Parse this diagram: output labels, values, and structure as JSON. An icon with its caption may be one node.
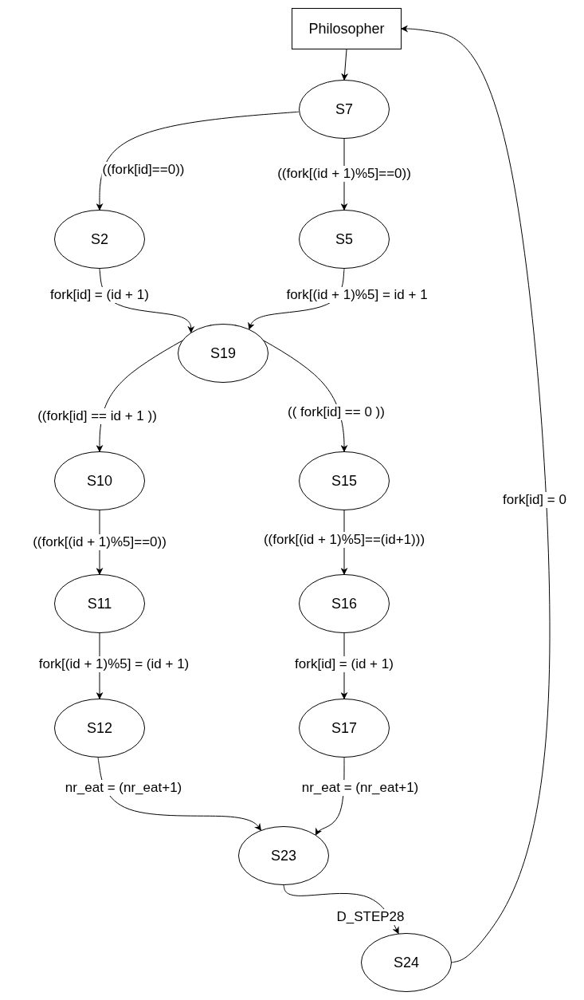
{
  "diagram": {
    "nodes": [
      {
        "text": [
          "Philosopher"
        ]
      },
      {
        "text": [
          "S7"
        ]
      },
      {
        "text": [
          "S2"
        ]
      },
      {
        "text": [
          "S5"
        ]
      },
      {
        "text": [
          "S19"
        ]
      },
      {
        "text": [
          "S10"
        ]
      },
      {
        "text": [
          "S15"
        ]
      },
      {
        "text": [
          "S11"
        ]
      },
      {
        "text": [
          "S16"
        ]
      },
      {
        "text": [
          "S12"
        ]
      },
      {
        "text": [
          "S17"
        ]
      },
      {
        "text": [
          "S23"
        ]
      },
      {
        "text": [
          "S24"
        ]
      }
    ],
    "edges": [
      {
        "from": 0,
        "to": 1,
        "arrow": "to"
      },
      {
        "from": 1,
        "to": 2,
        "arrow": "to",
        "label": "((fork[id]==0))"
      },
      {
        "from": 1,
        "to": 3,
        "arrow": "to",
        "label": "((fork[(id + 1)%5]==0))"
      },
      {
        "from": 2,
        "to": 4,
        "arrow": "to",
        "label": "fork[id] = (id + 1)"
      },
      {
        "from": 3,
        "to": 4,
        "arrow": "to",
        "label": "fork[(id + 1)%5] = id + 1"
      },
      {
        "from": 4,
        "to": 5,
        "arrow": "to",
        "label": "((fork[id] == id + 1 ))"
      },
      {
        "from": 4,
        "to": 6,
        "arrow": "to",
        "label": "(( fork[id] == 0 ))"
      },
      {
        "from": 5,
        "to": 7,
        "arrow": "to",
        "label": "((fork[(id + 1)%5]==0))"
      },
      {
        "from": 6,
        "to": 8,
        "arrow": "to",
        "label": "((fork[(id + 1)%5]==(id+1)))"
      },
      {
        "from": 7,
        "to": 9,
        "arrow": "to",
        "label": "fork[(id + 1)%5] = (id + 1)"
      },
      {
        "from": 8,
        "to": 10,
        "arrow": "to",
        "label": "fork[id] = (id + 1)"
      },
      {
        "from": 9,
        "to": 11,
        "arrow": "to",
        "label": "nr_eat = (nr_eat+1)"
      },
      {
        "from": 10,
        "to": 11,
        "arrow": "to",
        "label": "nr_eat = (nr_eat+1)"
      },
      {
        "from": 11,
        "to": 12,
        "arrow": "to",
        "label": "D_STEP28"
      },
      {
        "from": 12,
        "to": 0,
        "arrow": "to",
        "label": "fork[id] = 0"
      }
    ]
  }
}
